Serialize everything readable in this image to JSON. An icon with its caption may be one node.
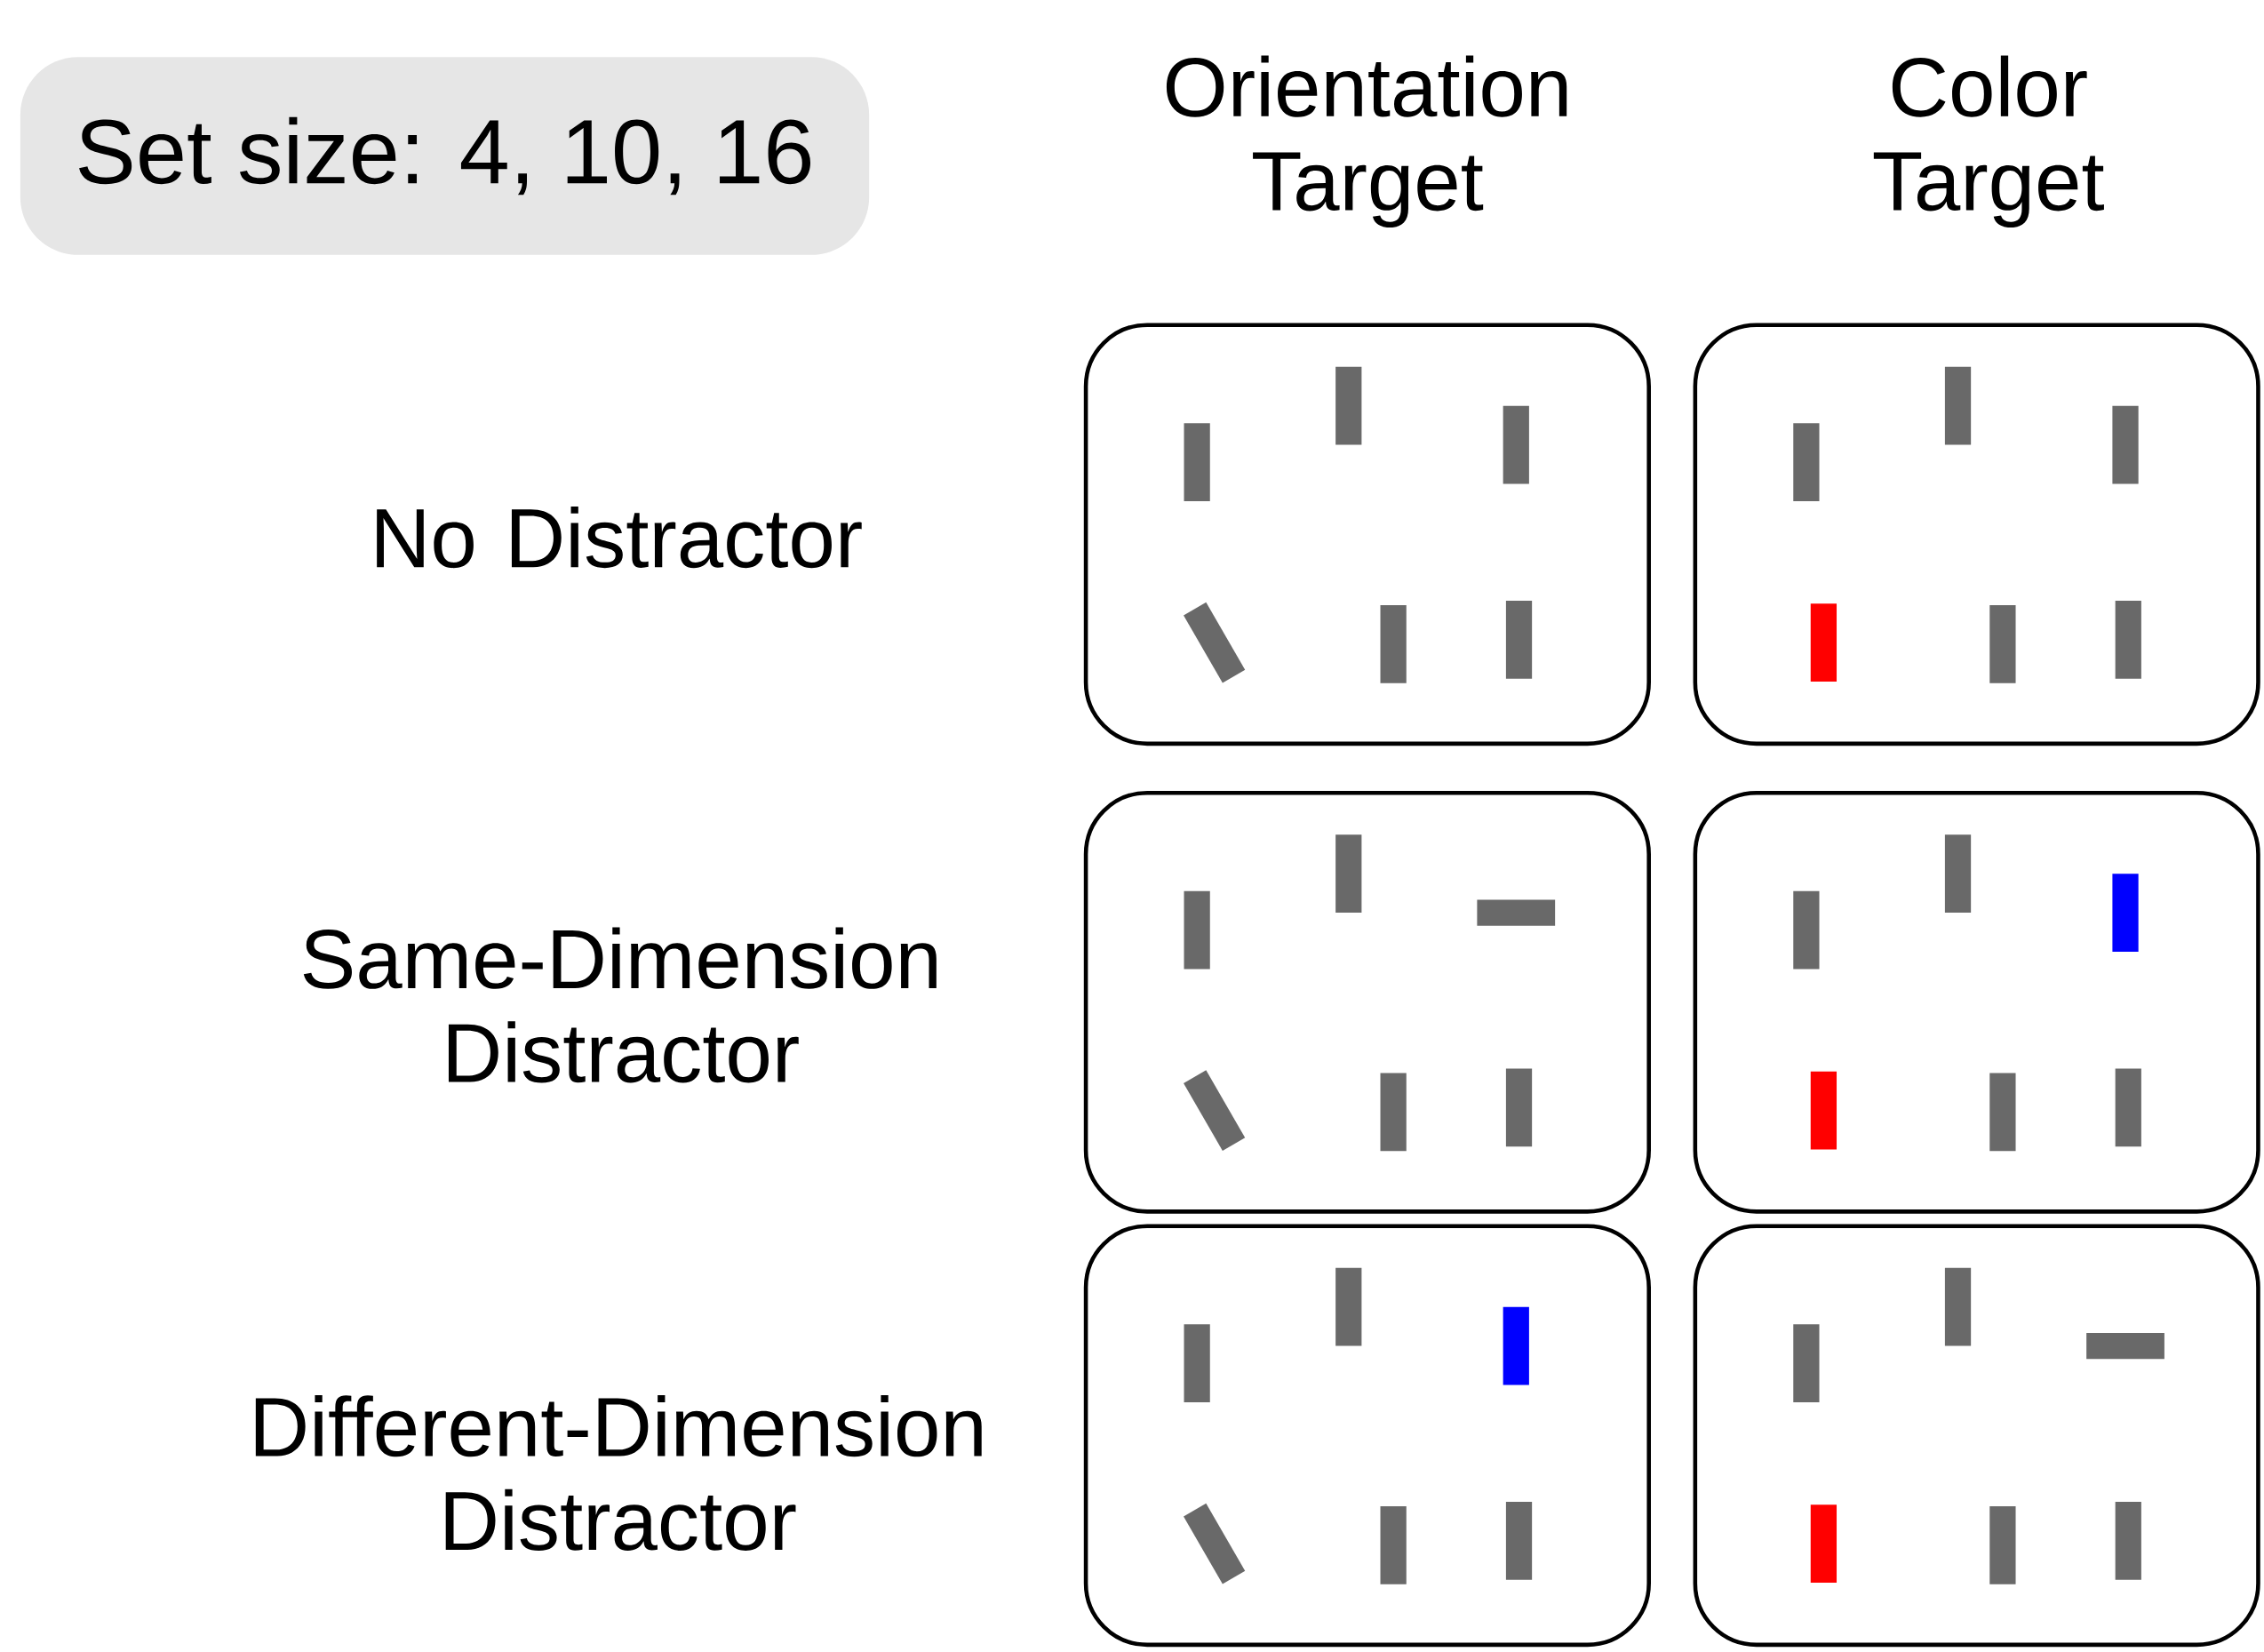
{
  "diagram": {
    "nodes": [
      {
        "text": [
          "Set size: 4, 10, 16"
        ]
      },
      {
        "text": [],
        "shape": "box"
      },
      {
        "text": [],
        "shape": "box"
      },
      {
        "text": [],
        "shape": "box"
      },
      {
        "text": [],
        "shape": "box"
      },
      {
        "text": [],
        "shape": "box"
      },
      {
        "text": [],
        "shape": "box"
      }
    ],
    "labels": [
      "Orientation Target",
      "Color Target",
      "No Distractor",
      "Same-Dimension Distractor",
      "Different-Dimension Distractor"
    ]
  }
}
